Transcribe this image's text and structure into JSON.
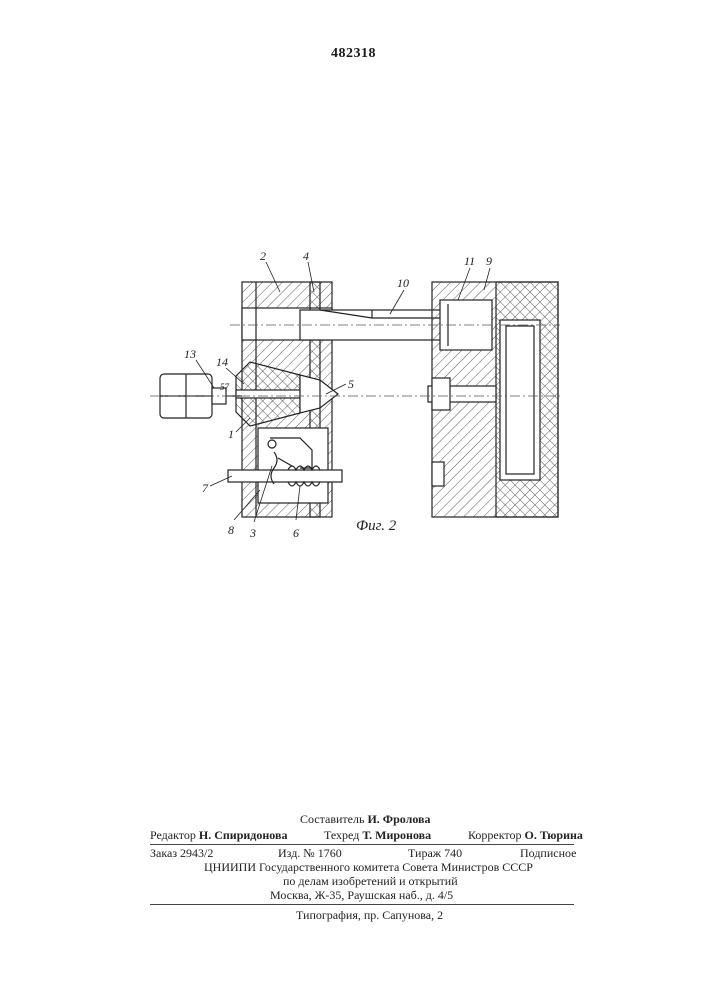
{
  "patent_number": "482318",
  "figure": {
    "caption": "Фиг. 2",
    "labels": {
      "l1": "1",
      "l2": "2",
      "l3": "3",
      "l4": "4",
      "l5": "5",
      "l6": "6",
      "l7": "7",
      "l8": "8",
      "l9": "9",
      "l10": "10",
      "l11": "11",
      "l13": "13",
      "l14": "14",
      "l57": "57"
    }
  },
  "credits": {
    "compiler_role": "Составитель",
    "compiler_name": "И. Фролова",
    "editor_role": "Редактор",
    "editor_name": "Н. Спиридонова",
    "techred_role": "Техред",
    "techred_name": "Т. Миронова",
    "corrector_role": "Корректор",
    "corrector_name": "О. Тюрина",
    "order": "Заказ 2943/2",
    "edition": "Изд. № 1760",
    "circulation": "Тираж 740",
    "subscription": "Подписное",
    "org_line1": "ЦНИИПИ Государственного комитета Совета Министров СССР",
    "org_line2": "по делам изобретений и открытий",
    "org_line3": "Москва, Ж-35, Раушская наб., д. 4/5",
    "printer": "Типография, пр. Сапунова, 2"
  }
}
